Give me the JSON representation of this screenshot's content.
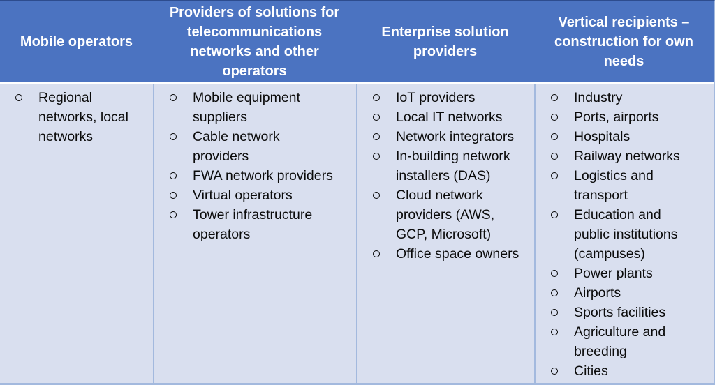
{
  "table": {
    "colors": {
      "header_bg": "#4B73C1",
      "header_text": "#FFFFFF",
      "body_bg": "#D9DFEF",
      "body_text": "#0B0B0B",
      "border": "#A3B9DE",
      "top_border": "#2D4C8E",
      "header_gap": "#FFFFFF"
    },
    "columns": [
      {
        "header": "Mobile operators",
        "items": [
          "Regional networks, local networks"
        ]
      },
      {
        "header": "Providers of solutions for telecommunications networks and other operators",
        "items": [
          "Mobile equipment suppliers",
          "Cable network providers",
          "FWA network providers",
          "Virtual operators",
          "Tower infrastructure operators"
        ]
      },
      {
        "header": "Enterprise solution providers",
        "items": [
          "IoT providers",
          "Local IT networks",
          "Network integrators",
          "In-building network installers (DAS)",
          "Cloud network providers (AWS, GCP, Microsoft)",
          "Office space owners"
        ]
      },
      {
        "header": "Vertical recipients – construction for own needs",
        "items": [
          "Industry",
          "Ports, airports",
          "Hospitals",
          "Railway networks",
          "Logistics and transport",
          "Education and public institutions (campuses)",
          "Power plants",
          "Airports",
          "Sports facilities",
          "Agriculture and breeding",
          "Cities"
        ]
      }
    ]
  }
}
